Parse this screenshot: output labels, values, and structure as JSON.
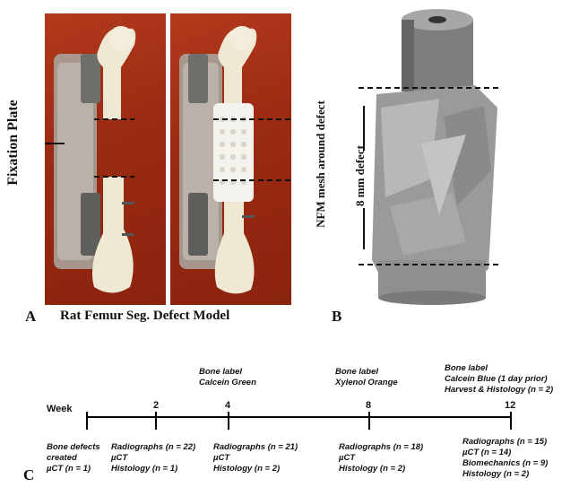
{
  "panel_a": {
    "letter": "A",
    "caption": "Rat Femur Seg. Defect Model",
    "fixation_label": "Fixation Plate",
    "mesh_label": "NFM mesh around defect"
  },
  "panel_b": {
    "letter": "B",
    "defect_label": "8 mm defect"
  },
  "panel_c": {
    "letter": "C",
    "week_label": "Week",
    "timepoints": [
      {
        "week": "",
        "above": "",
        "below": "Bone defects\ncreated\nµCT (n = 1)"
      },
      {
        "week": "2",
        "above": "",
        "below": "Radiographs (n = 22)\nµCT\nHistology (n = 1)"
      },
      {
        "week": "4",
        "above": "Bone label\nCalcein Green",
        "below": "Radiographs (n = 21)\nµCT\nHistology (n = 2)"
      },
      {
        "week": "8",
        "above": "Bone label\nXylenol Orange",
        "below": "Radiographs (n = 18)\nµCT\nHistology (n = 2)"
      },
      {
        "week": "12",
        "above": "Bone label\nCalcein Blue (1 day prior)\nHarvest & Histology (n = 2)",
        "below": "Radiographs (n = 15)\nµCT (n = 14)\nBiomechanics (n = 9)\nHistology (n = 2)"
      }
    ]
  },
  "colors": {
    "photo_background": "#9a2a12",
    "bone": "#efe8d2",
    "plate": "#9c9c96",
    "mesh": "#f4f2ec",
    "render_gray": "#8a8a8a"
  }
}
